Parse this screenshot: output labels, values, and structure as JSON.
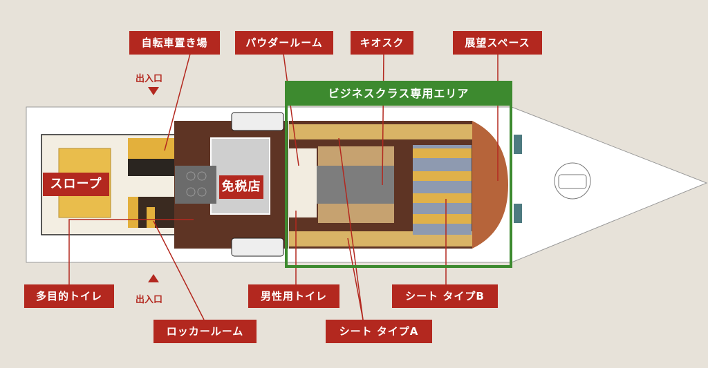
{
  "labels": {
    "bicycle_parking": "自転車置き場",
    "powder_room": "パウダールーム",
    "kiosk": "キオスク",
    "observation_space": "展望スペース",
    "slope": "スロープ",
    "duty_free": "免税店",
    "multipurpose_toilet": "多目的トイレ",
    "mens_toilet": "男性用トイレ",
    "seat_type_b": "シート タイプB",
    "locker_room": "ロッカールーム",
    "seat_type_a": "シート タイプA",
    "entrance_top": "出入口",
    "entrance_bottom": "出入口"
  },
  "business_area": {
    "title": "ビジネスクラス専用エリア"
  },
  "colors": {
    "label_red": "#b3281f",
    "business_green": "#3d8a2f",
    "background": "#e7e2d9"
  }
}
